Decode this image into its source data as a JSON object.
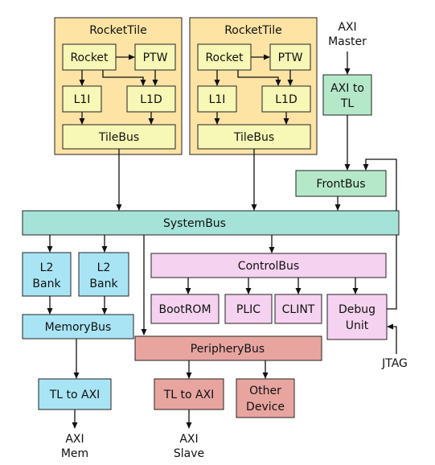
{
  "colors": {
    "tile": "#fde3a4",
    "tile_inner": "#f7f7b6",
    "bus": "#a5e3d9",
    "green": "#b5e8c9",
    "memory": "#a9e4f5",
    "control": "#f5d2ef",
    "periphery": "#e8a5a0"
  },
  "tiles": [
    {
      "title": "RocketTile",
      "rocket": "Rocket",
      "ptw": "PTW",
      "l1i": "L1I",
      "l1d": "L1D",
      "tilebus": "TileBus"
    },
    {
      "title": "RocketTile",
      "rocket": "Rocket",
      "ptw": "PTW",
      "l1i": "L1I",
      "l1d": "L1D",
      "tilebus": "TileBus"
    }
  ],
  "axi_master": {
    "line1": "AXI",
    "line2": "Master"
  },
  "axi_to_tl": {
    "line1": "AXI to",
    "line2": "TL"
  },
  "frontbus": "FrontBus",
  "systembus": "SystemBus",
  "l2_banks": [
    {
      "line1": "L2",
      "line2": "Bank"
    },
    {
      "line1": "L2",
      "line2": "Bank"
    }
  ],
  "memorybus": "MemoryBus",
  "tl_to_axi_mem": "TL to AXI",
  "axi_mem": {
    "line1": "AXI",
    "line2": "Mem"
  },
  "controlbus": "ControlBus",
  "bootrom": "BootROM",
  "plic": "PLIC",
  "clint": "CLINT",
  "debug_unit": {
    "line1": "Debug",
    "line2": "Unit"
  },
  "jtag": "JTAG",
  "peripherybus": "PeripheryBus",
  "tl_to_axi_slave": "TL to AXI",
  "axi_slave": {
    "line1": "AXI",
    "line2": "Slave"
  },
  "other_device": {
    "line1": "Other",
    "line2": "Device"
  }
}
